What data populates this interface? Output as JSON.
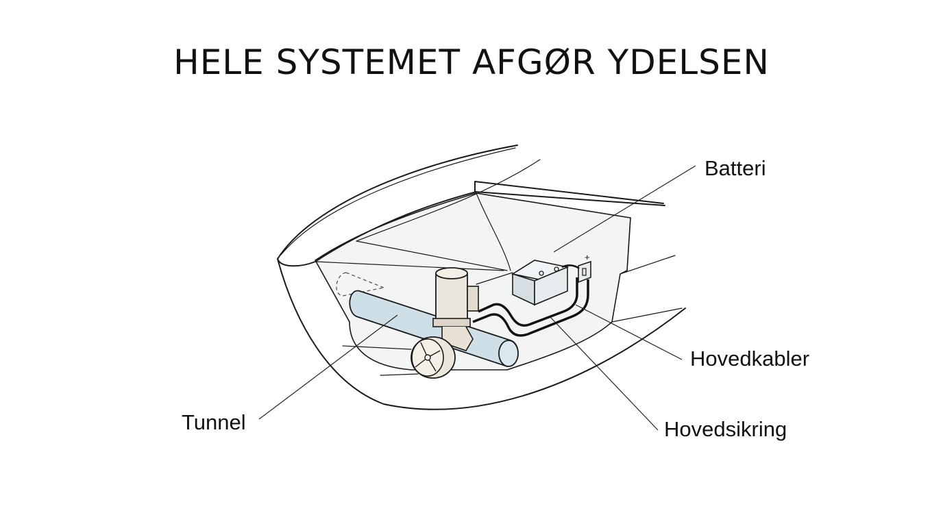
{
  "title": "HELE SYSTEMET AFGØR YDELSEN",
  "labels": {
    "battery": "Batteri",
    "main_cables": "Hovedkabler",
    "main_fuse": "Hovedsikring",
    "tunnel": "Tunnel"
  },
  "fuse_symbol": "+",
  "colors": {
    "hull_fill": "#f3f4f4",
    "tunnel_fill": "#cfdfe8",
    "motor_fill": "#ece7dc",
    "battery_fill": "#e6ebee",
    "ink": "#1a1a1a"
  }
}
